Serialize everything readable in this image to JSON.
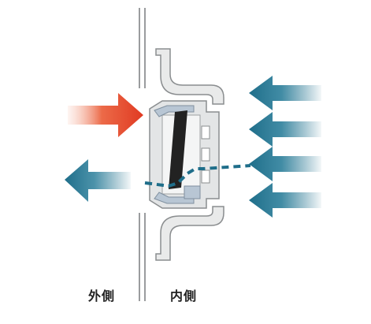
{
  "labels": {
    "outside": "外側",
    "inside": "内側"
  },
  "colors": {
    "hot_arrow": "#e03a22",
    "cool_arrow": "#1f6e8a",
    "leak_path": "#1f6e8a",
    "housing_fill": "#e9eaea",
    "housing_stroke": "#8a8d8f",
    "blade": "#222222",
    "gasket": "#b8c6d4",
    "wall_line": "#9a9c9e"
  },
  "icons": {
    "incoming_air": "arrow-right",
    "inside_air": "arrow-left",
    "outgoing_air": "arrow-left"
  }
}
